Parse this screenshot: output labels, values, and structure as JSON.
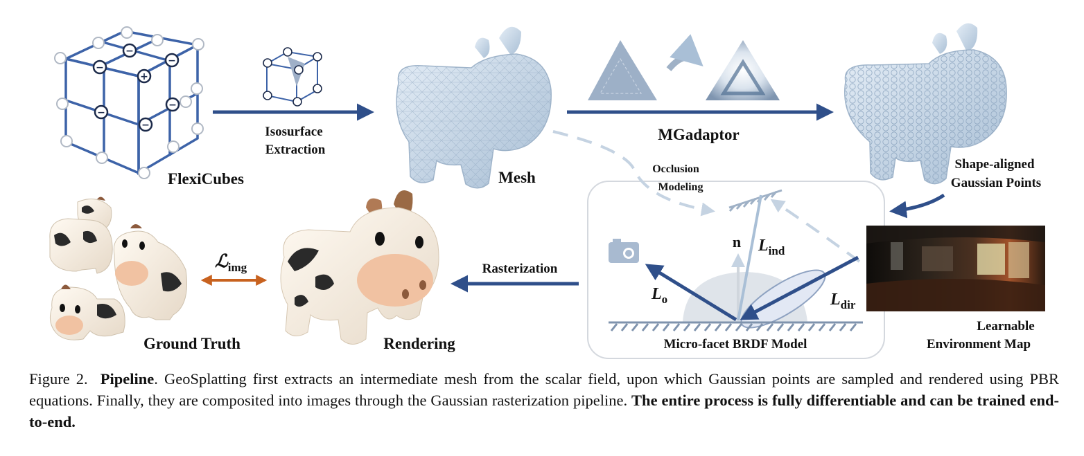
{
  "figure": {
    "labels": {
      "flexicubes": "FlexiCubes",
      "isosurface_1": "Isosurface",
      "isosurface_2": "Extraction",
      "mesh": "Mesh",
      "mgadaptor": "MGadaptor",
      "shape_aligned_1": "Shape-aligned",
      "shape_aligned_2": "Gaussian Points",
      "occlusion_1": "Occlusion",
      "occlusion_2": "Modeling",
      "loss_symbol": "ℒ",
      "loss_sub": "img",
      "ground_truth": "Ground Truth",
      "rendering": "Rendering",
      "rasterization": "Rasterization",
      "normal": "n",
      "l_ind": "L",
      "l_ind_sub": "ind",
      "l_o": "L",
      "l_o_sub": "o",
      "l_dir": "L",
      "l_dir_sub": "dir",
      "brdf": "Micro-facet BRDF Model",
      "env_map_1": "Learnable",
      "env_map_2": "Environment Map"
    },
    "colors": {
      "arrow_blue": "#2f4f8a",
      "cube_blue": "#3d63a8",
      "mesh_blue": "#c6d6e6",
      "orange": "#c8621f",
      "light_blue": "#a9bfd6"
    }
  },
  "caption": {
    "prefix": "Figure 2.",
    "title": "Pipeline",
    "body": ". GeoSplatting first extracts an intermediate mesh from the scalar field, upon which Gaussian points are sampled and rendered using PBR equations. Finally, they are composited into images through the Gaussian rasterization pipeline. ",
    "bold_end": "The entire process is fully differentiable and can be trained end-to-end."
  }
}
